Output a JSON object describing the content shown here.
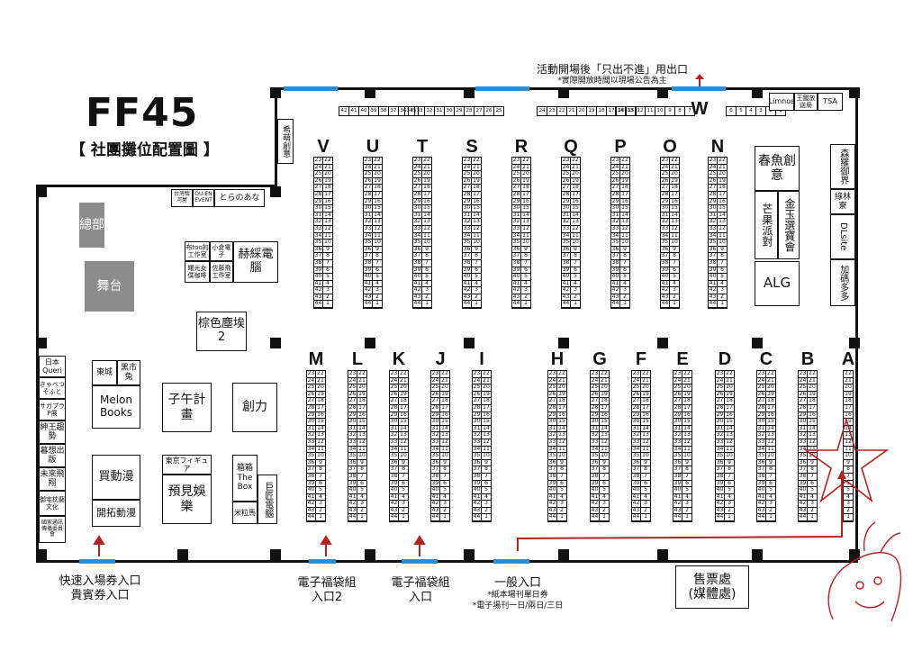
{
  "title": "FF45",
  "subtitle": "【 社團攤位配置圖 】",
  "exit_note": {
    "line1": "活動開場後「只出不進」用出口",
    "line2": "*實際開放時間以現場公告為主"
  },
  "row_labels_top": [
    "V",
    "U",
    "T",
    "S",
    "R",
    "Q",
    "P",
    "O",
    "N"
  ],
  "row_labels_bottom": [
    "M",
    "L",
    "K",
    "J",
    "I",
    "H",
    "G",
    "F",
    "E",
    "D",
    "C",
    "B",
    "A"
  ],
  "w_label": "W",
  "booth_pairs": [
    [
      "23",
      "22"
    ],
    [
      "24",
      "21"
    ],
    [
      "25",
      "20"
    ],
    [
      "26",
      "19"
    ],
    [
      "27",
      "18"
    ],
    [
      "28",
      "17"
    ],
    [
      "29",
      "16"
    ],
    [
      "30",
      "15"
    ],
    [
      "31",
      "14"
    ],
    [
      "32",
      "13"
    ],
    [
      "33",
      "12"
    ],
    [
      "34",
      "11"
    ],
    [
      "35",
      "10"
    ],
    [
      "36",
      "9"
    ],
    [
      "37",
      "8"
    ],
    [
      "38",
      "7"
    ],
    [
      "39",
      "6"
    ],
    [
      "40",
      "5"
    ],
    [
      "41",
      "4"
    ],
    [
      "42",
      "3"
    ],
    [
      "43",
      "2"
    ],
    [
      "44",
      "1"
    ]
  ],
  "a_column": [
    "22",
    "21",
    "20",
    "19",
    "18",
    "17",
    "16",
    "15",
    "14",
    "13",
    "12",
    "11",
    "10",
    "9",
    "8",
    "7",
    "6",
    "5",
    "4",
    "3",
    "2",
    "1"
  ],
  "w_row_1": [
    "42",
    "41",
    "40",
    "39",
    "38",
    "37",
    "36",
    "35"
  ],
  "w_row_2": [
    "34",
    "33",
    "32",
    "31",
    "30",
    "29",
    "28",
    "27",
    "26",
    "25"
  ],
  "w_row_3": [
    "24",
    "23",
    "22",
    "21",
    "20",
    "19",
    "18",
    "17",
    "16",
    "15"
  ],
  "w_row_4": [
    "14",
    "13",
    "12",
    "11",
    "10",
    "9",
    "8",
    "7"
  ],
  "w_row_5": [
    "6",
    "5",
    "4",
    "3",
    "2",
    "1"
  ],
  "labels": {
    "xiban": "希萌創意",
    "taiwan_suruga": "台灣駿河屋",
    "ou_en": "OU-EN EVENT",
    "toranoana": "とらのあな",
    "zongbu": "總部",
    "wutai": "舞台",
    "buyou": "布too的工作室",
    "xiaocang": "小倉電子",
    "hecai": "赫綵電腦",
    "shuguang": "曙光女僕咖啡",
    "zuoteng": "佐藤飛工作室",
    "zongse": "棕色塵埃2",
    "riben_queri": "日本Queri",
    "kiyobe": "きゃべつそふと",
    "sagapura": "サガプラP展",
    "shenwang": "紳王趨勢",
    "muxiang": "暮想出版",
    "weilai": "未來飛翔",
    "yuzhai": "御宅枕藝文化",
    "guojia": "國家通訊傳播委員會",
    "dongcheng": "東城",
    "heishitu": "黑市兔",
    "melon": "Melon Books",
    "ziwu": "子午計畫",
    "chuangli": "創力",
    "maidongman": "買動漫",
    "kaituo": "開拓動漫",
    "tokyo_figure": "東京フィギュア",
    "yujian": "預見娛樂",
    "xiangxiang": "箱箱 The Box",
    "juchang": "巨匠電腦",
    "milima": "米粒馬",
    "chunyu": "春魚創意",
    "mangguo": "芒果派對",
    "jinyu": "金玉選寶會",
    "alg": "ALG",
    "senluo": "森羅御界",
    "lvlin": "綠林寮",
    "dlsite": "DLsite",
    "jiama": "加碼多多",
    "limnos": "Limnos",
    "wangguo": "王國放送局",
    "tsa": "TSA"
  },
  "bottom_notes": {
    "fast_entry": "快速入場券入口",
    "vip_entry": "貴賓券入口",
    "efu2_a": "電子福袋組",
    "efu2_b": "入口2",
    "efu_a": "電子福袋組",
    "efu_b": "入口",
    "general": "一般入口",
    "general_n1": "*紙本場刊單日券",
    "general_n2": "*電子場刊一日/兩日/三日",
    "ticket_a": "售票處",
    "ticket_b": "(媒體處)"
  },
  "colors": {
    "wall": "#111111",
    "door": "#2a8fd0",
    "arrow": "#b22222",
    "grey": "#8c8c8c"
  }
}
